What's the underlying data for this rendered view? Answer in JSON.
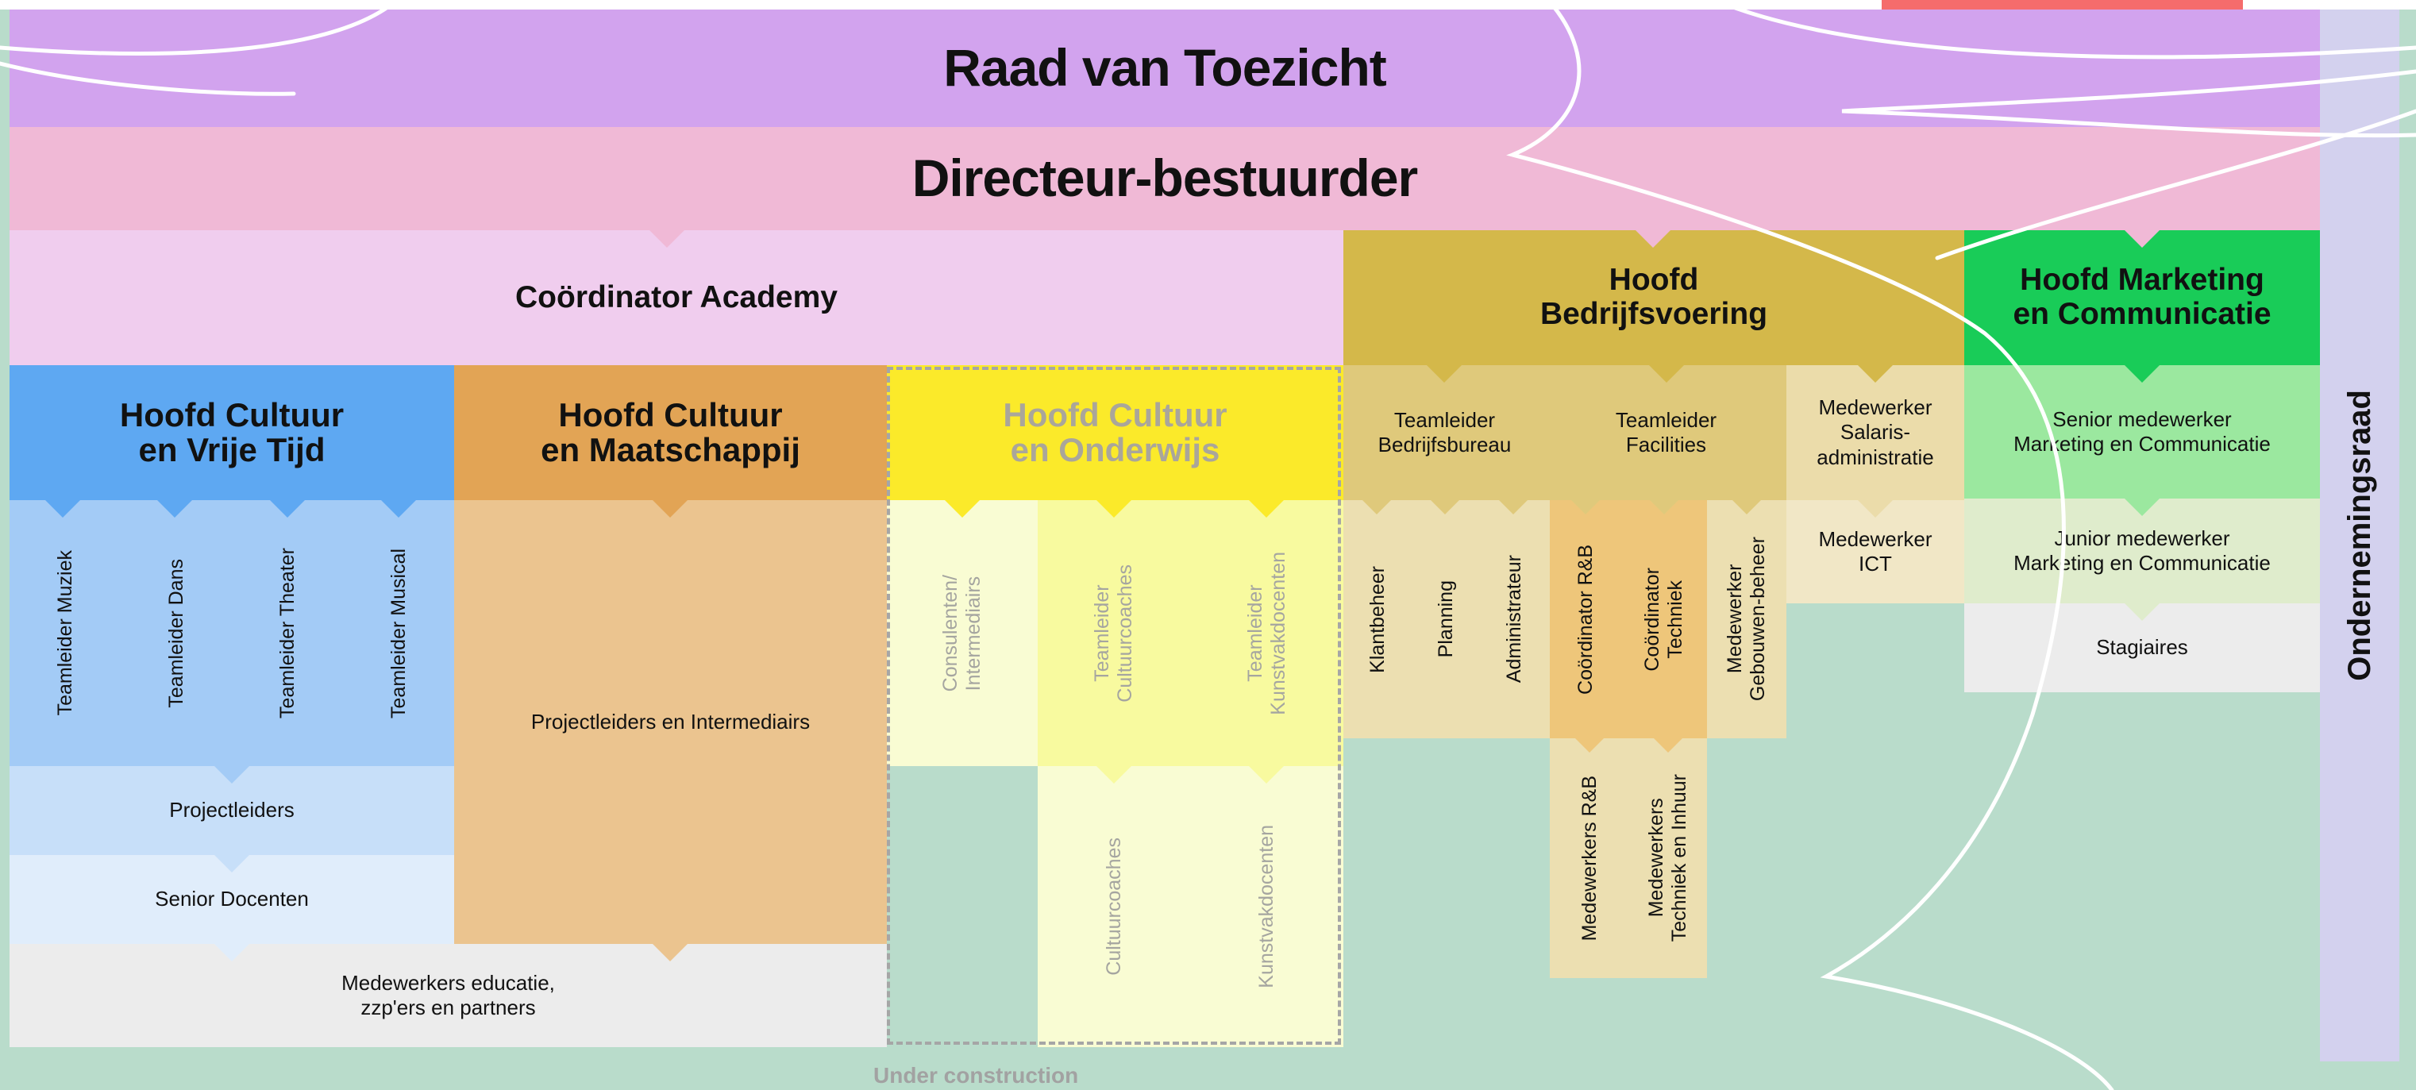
{
  "colors": {
    "background": "#b9dccb",
    "toezicht": "#d2a3ee",
    "directeur": "#f0b9d6",
    "academy": "#f0cdee",
    "bedrijfsvoering": "#d4b84a",
    "marketing": "#19cc58",
    "ondernemingsraad": "#d3d1ee",
    "vrije_tijd": "#5ea8f2",
    "maatschappij": "#e2a455",
    "onderwijs": "#fbea2a"
  },
  "board": {
    "toezicht": "Raad van Toezicht",
    "directeur": "Directeur-bestuurder",
    "ondernemingsraad": "Ondernemingsraad"
  },
  "academy": {
    "title": "Coördinator Academy",
    "vrije_tijd": {
      "title": "Hoofd Cultuur\nen Vrije Tijd",
      "leaders": [
        "Teamleider Muziek",
        "Teamleider Dans",
        "Teamleider Theater",
        "Teamleider Musical"
      ],
      "projectleiders": "Projectleiders",
      "senior_docenten": "Senior Docenten"
    },
    "maatschappij": {
      "title": "Hoofd Cultuur\nen Maatschappij",
      "projectleiders": "Projectleiders en Intermediairs"
    },
    "onderwijs": {
      "title": "Hoofd Cultuur\nen Onderwijs",
      "consulenten": "Consulenten/\nIntermediairs",
      "tl_cultuurcoaches": "Teamleider\nCultuurcoaches",
      "tl_kunstvakdocenten": "Teamleider\nKunstvakdocenten",
      "cultuurcoaches": "Cultuurcoaches",
      "kunstvakdocenten": "Kunstvakdocenten",
      "note": "Under construction"
    },
    "medewerkers": "Medewerkers educatie,\nzzp'ers en partners"
  },
  "bedrijfsvoering": {
    "title": "Hoofd\nBedrijfsvoering",
    "tl_bureau": "Teamleider\nBedrijfsbureau",
    "tl_facilities": "Teamleider\nFacilities",
    "salaris": "Medewerker\nSalaris-\nadministratie",
    "ict": "Medewerker\nICT",
    "bureau_roles": [
      "Klantbeheer",
      "Planning",
      "Administrateur"
    ],
    "facilities_roles": [
      "Coördinator R&B",
      "Coördinator\nTechniek",
      "Medewerker\nGebouwen-beheer"
    ],
    "facilities_staff": [
      "Medewerkers R&B",
      "Medewerkers\nTechniek en Inhuur"
    ]
  },
  "marketing": {
    "title": "Hoofd Marketing\nen Communicatie",
    "senior": "Senior medewerker\nMarketing en Communicatie",
    "junior": "Junior medewerker\nMarketing en Communicatie",
    "stagiaires": "Stagiaires"
  }
}
